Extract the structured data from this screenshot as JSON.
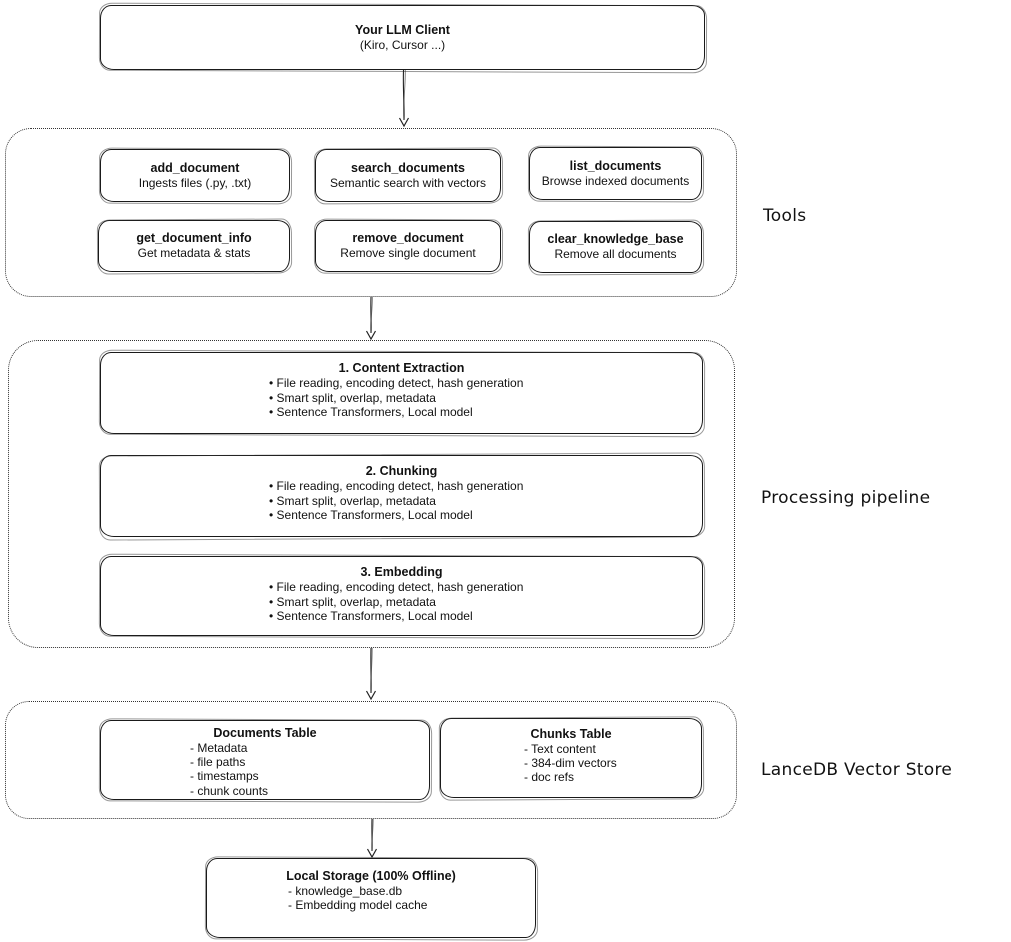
{
  "colors": {
    "ink": "#111111",
    "background": "#ffffff",
    "border": "#1a1a1a"
  },
  "client_box": {
    "title": "Your LLM Client",
    "subtitle": "(Kiro, Cursor ...)"
  },
  "tools_section": {
    "label": "Tools",
    "tools": [
      {
        "name": "add_document",
        "desc": "Ingests files (.py, .txt)"
      },
      {
        "name": "search_documents",
        "desc": "Semantic search with vectors"
      },
      {
        "name": "list_documents",
        "desc": "Browse indexed documents"
      },
      {
        "name": "get_document_info",
        "desc": "Get metadata & stats"
      },
      {
        "name": "remove_document",
        "desc": "Remove single document"
      },
      {
        "name": "clear_knowledge_base",
        "desc": "Remove all documents"
      }
    ]
  },
  "pipeline_section": {
    "label": "Processing pipeline",
    "stages": [
      {
        "title": "1. Content Extraction",
        "bullets": [
          "• File reading, encoding detect, hash generation",
          "• Smart split, overlap, metadata",
          "• Sentence Transformers, Local model"
        ]
      },
      {
        "title": "2. Chunking",
        "bullets": [
          "• File reading, encoding detect, hash generation",
          "• Smart split, overlap, metadata",
          "• Sentence Transformers, Local model"
        ]
      },
      {
        "title": "3. Embedding",
        "bullets": [
          "• File reading, encoding detect, hash generation",
          "• Smart split, overlap, metadata",
          "• Sentence Transformers, Local model"
        ]
      }
    ]
  },
  "store_section": {
    "label": "LanceDB Vector Store",
    "tables": [
      {
        "title": "Documents Table",
        "items": [
          "- Metadata",
          "- file paths",
          "- timestamps",
          "- chunk counts"
        ]
      },
      {
        "title": "Chunks Table",
        "items": [
          "- Text content",
          "- 384-dim vectors",
          "- doc refs"
        ]
      }
    ]
  },
  "storage_box": {
    "title": "Local Storage (100% Offline)",
    "items": [
      "- knowledge_base.db",
      "- Embedding model cache"
    ]
  }
}
